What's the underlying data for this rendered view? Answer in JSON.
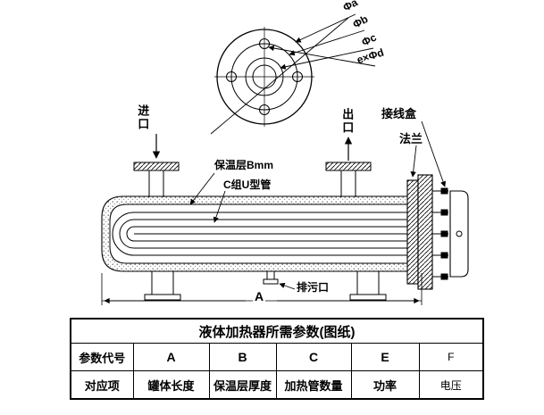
{
  "diagram": {
    "dims": {
      "phi_a": "Φa",
      "phi_b": "Φb",
      "phi_c": "Φc",
      "phi_d": "e×Φd",
      "length": "A"
    },
    "labels": {
      "inlet": "进口",
      "outlet": "出口",
      "junction_box": "接线盒",
      "flange": "法兰",
      "insulation": "保温层Bmm",
      "u_tube": "C组U型管",
      "drain": "排污口"
    }
  },
  "table": {
    "title": "液体加热器所需参数(图纸)",
    "rows": [
      [
        "参数代号",
        "A",
        "B",
        "C",
        "E",
        "F"
      ],
      [
        "对应项",
        "罐体长度",
        "保温层厚度",
        "加热管数量",
        "功率",
        "电压"
      ]
    ]
  },
  "colors": {
    "line": "#000000",
    "background": "#ffffff"
  }
}
